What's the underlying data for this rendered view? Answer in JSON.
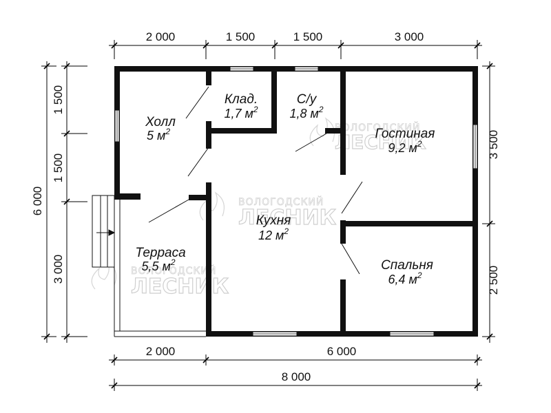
{
  "watermark": {
    "top_line": "ВОЛОГОДСКИЙ",
    "bottom_line": "ЛЕСНИК"
  },
  "dimensions": {
    "top": [
      "2 000",
      "1 500",
      "1 500",
      "3 000"
    ],
    "bottom": [
      "2 000",
      "6 000"
    ],
    "bottom_total": "8 000",
    "left_outer": "6 000",
    "left_inner": [
      "1 500",
      "1 500",
      "3 000"
    ],
    "right": [
      "3 500",
      "2 500"
    ]
  },
  "rooms": [
    {
      "id": "holl",
      "name": "Холл",
      "area": "5",
      "unit": "м"
    },
    {
      "id": "klad",
      "name": "Клад.",
      "area": "1,7",
      "unit": "м"
    },
    {
      "id": "su",
      "name": "С/у",
      "area": "1,8",
      "unit": "м"
    },
    {
      "id": "gostinaya",
      "name": "Гостиная",
      "area": "9,2",
      "unit": "м"
    },
    {
      "id": "kuhnya",
      "name": "Кухня",
      "area": "12",
      "unit": "м"
    },
    {
      "id": "spalnya",
      "name": "Спальня",
      "area": "6,4",
      "unit": "м"
    },
    {
      "id": "terrasa",
      "name": "Терраса",
      "area": "5,5",
      "unit": "м"
    }
  ],
  "area_superscript": "2"
}
